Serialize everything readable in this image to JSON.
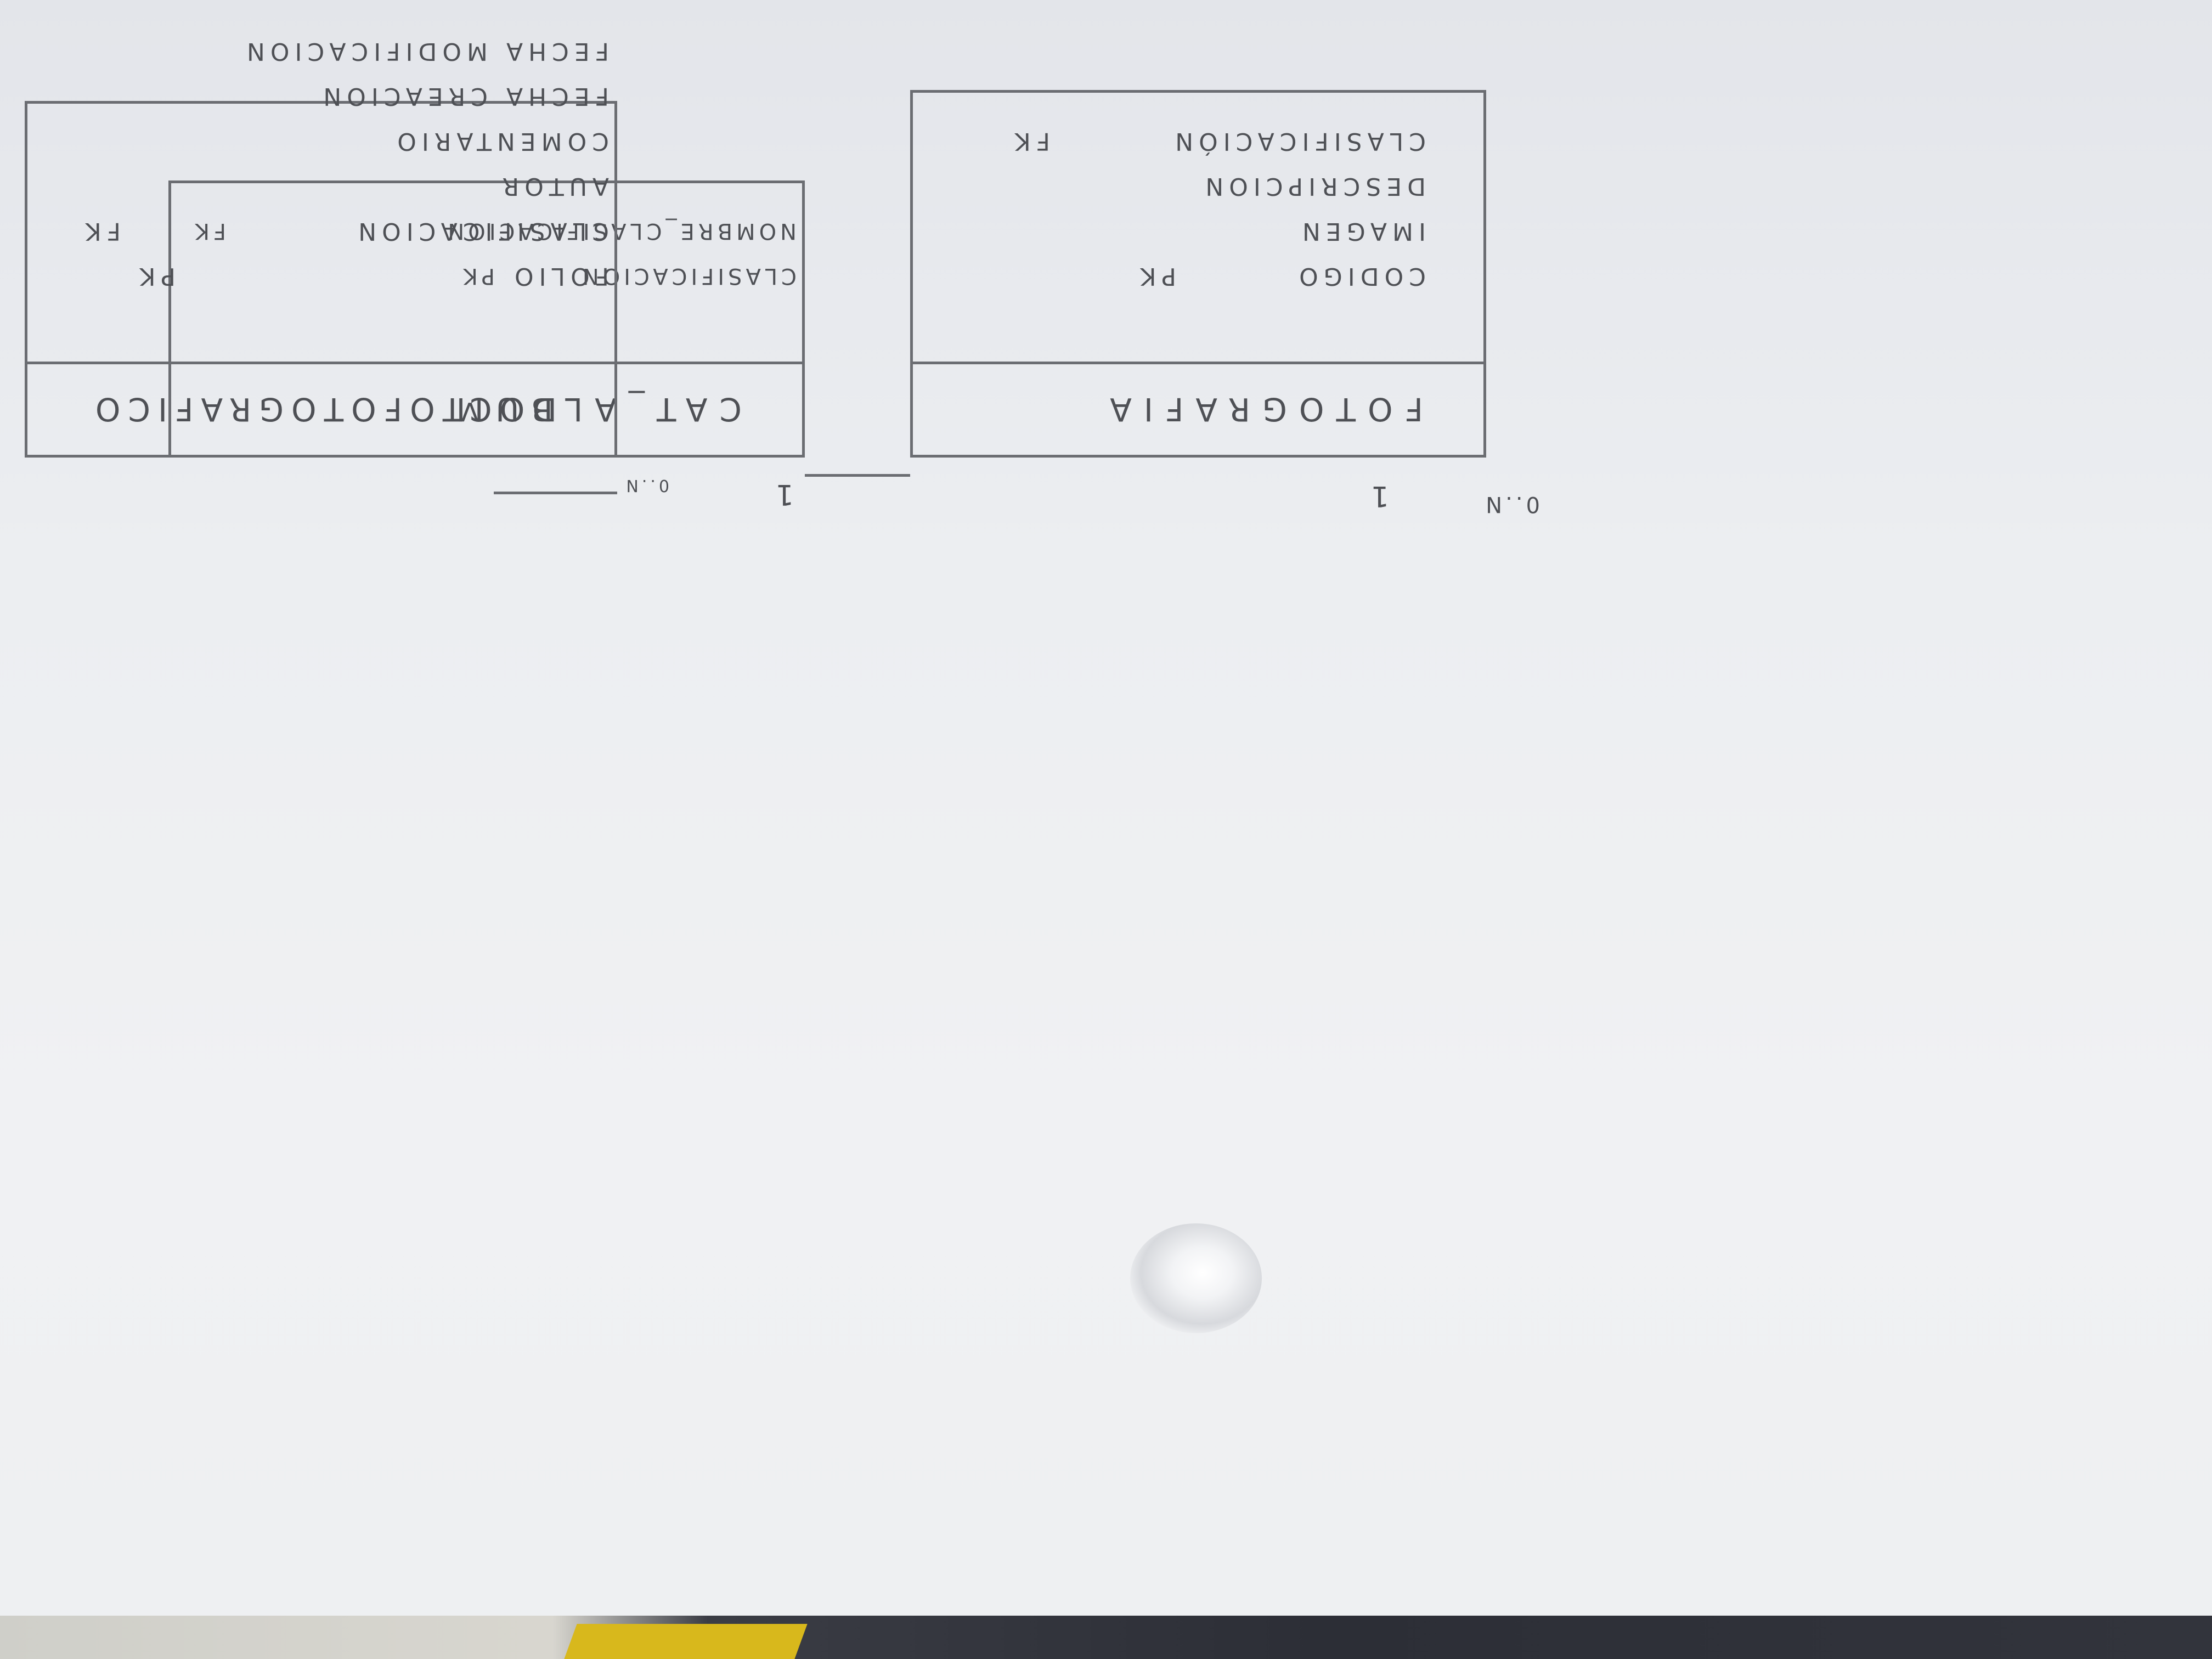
{
  "diagram": {
    "orientation": "upside-down",
    "entities": [
      {
        "id": "fotografia",
        "title": "FOTOGRAFIA",
        "attributes": [
          {
            "name": "CODIGO",
            "key": "PK"
          },
          {
            "name": "IMAGEN",
            "key": ""
          },
          {
            "name": "DESCRIPCION",
            "key": ""
          },
          {
            "name": "CLASIFICACIÓN",
            "key": "FK"
          }
        ]
      },
      {
        "id": "cat-album",
        "title": "CAT_ALBUM",
        "attributes": [
          {
            "name": "CLASIFICACION",
            "key": "PK"
          },
          {
            "name": "NOMBRE_CLASIFICACION",
            "key": "FK"
          }
        ]
      },
      {
        "id": "doctofotografico",
        "title": "DOCTOFOTOGRAFICO",
        "attributes": [
          {
            "name": "FOLIO",
            "key": "PK"
          },
          {
            "name": "CLASIFICACION",
            "key": "FK"
          },
          {
            "name": "AUTOR",
            "key": ""
          },
          {
            "name": "COMENTARIO",
            "key": ""
          },
          {
            "name": "FECHA CREACION",
            "key": ""
          },
          {
            "name": "FECHA MODIFICACION",
            "key": ""
          }
        ]
      }
    ],
    "relationships": [
      {
        "from": "fotografia",
        "to": "cat-album",
        "from_card": "0..N",
        "to_card": "1"
      },
      {
        "from": "cat-album",
        "to": "doctofotografico",
        "from_card": "1",
        "to_card": "0..N"
      }
    ]
  },
  "colors": {
    "paper": "#eceef1",
    "ink": "#6b6d72",
    "text": "#4e5055"
  }
}
